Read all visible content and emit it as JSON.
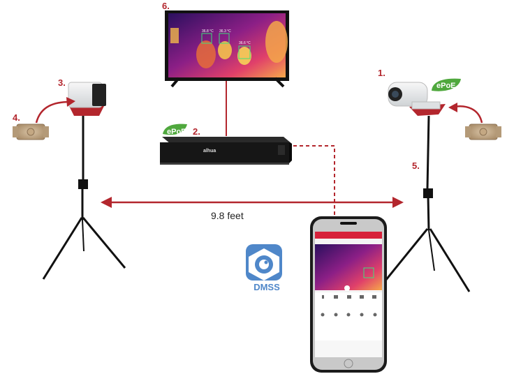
{
  "labels": {
    "thermal_camera_right": "1.",
    "nvr": "2.",
    "thermal_camera_left": "3.",
    "blackbody_left": "4.",
    "tripod_right": "5.",
    "monitor": "6."
  },
  "epoe_badges": [
    "ePoE",
    "ePoE"
  ],
  "nvr_brand": "alhua",
  "distance": "9.8 feet",
  "app": {
    "name": "DMSS"
  },
  "monitor_readings": [
    "36.8 °C",
    "36.3 °C",
    "36.6 °C"
  ],
  "colors": {
    "accent": "#b3262d",
    "epoe_green": "#4fa83d",
    "dmss_blue": "#4f87c9"
  }
}
